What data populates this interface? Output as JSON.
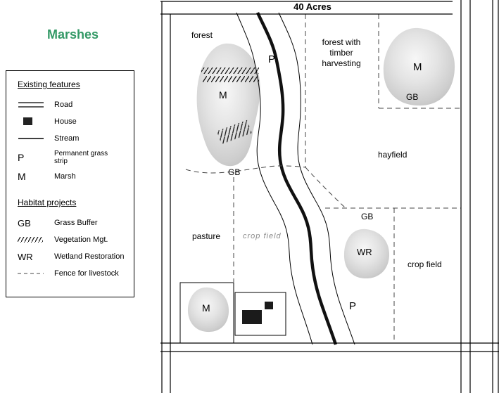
{
  "parcel_label": "40 Acres",
  "page_title": "Marshes",
  "legend": {
    "existing_heading": "Existing features",
    "existing": [
      {
        "symbol": "road-icon",
        "label": "Road"
      },
      {
        "symbol": "house-icon",
        "label": "House"
      },
      {
        "symbol": "stream-icon",
        "label": "Stream"
      },
      {
        "symbol": "P",
        "label": "Permanent grass strip"
      },
      {
        "symbol": "M",
        "label": "Marsh"
      }
    ],
    "habitat_heading": "Habitat projects",
    "habitat": [
      {
        "symbol": "GB",
        "label": "Grass Buffer"
      },
      {
        "symbol": "hatch-icon",
        "label": "Vegetation Mgt."
      },
      {
        "symbol": "WR",
        "label": "Wetland Restoration"
      },
      {
        "symbol": "fence-icon",
        "label": "Fence for livestock"
      }
    ]
  },
  "map": {
    "labels": {
      "forest": "forest",
      "forest_timber": "forest with timber harvesting",
      "hayfield": "hayfield",
      "pasture": "pasture",
      "crop_field_inner": "crop field",
      "crop_field_right": "crop field",
      "marsh_upper_left": "M",
      "marsh_upper_right": "M",
      "marsh_lower_left": "M",
      "grass_buffer_upper_left": "GB",
      "grass_buffer_upper_right": "GB",
      "grass_buffer_lower_right": "GB",
      "wetland_restoration": "WR",
      "perm_grass_upper": "P",
      "perm_grass_lower": "P"
    }
  },
  "colors": {
    "title_green": "#339966",
    "marsh_gray": "#c8c8c8",
    "line_black": "#000000"
  }
}
